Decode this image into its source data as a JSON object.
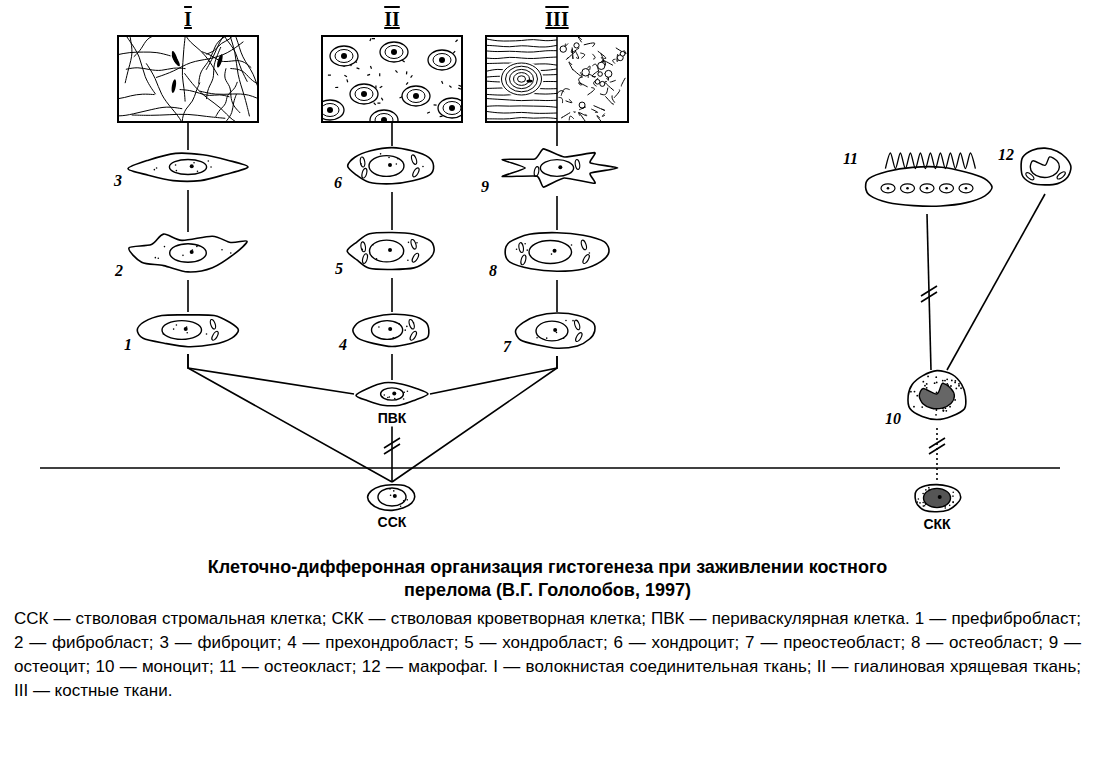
{
  "diagram": {
    "title": "Клеточно-дифферонная организация гистогенеза при заживлении костного перелома (В.Г. Гололобов, 1997)",
    "caption": "ССК — стволовая стромальная клетка; СКК — стволовая кроветворная клетка; ПВК — периваскулярная клетка. 1 — префибробласт; 2 — фибробласт; 3 — фиброцит; 4 — прехондробласт; 5 — хондробласт; 6 — хондроцит; 7 — преостеобласт; 8 — остеобласт; 9 — остеоцит; 10 — моноцит; 11 — остеокласт; 12 — макрофаг. I — волокнистая соединительная ткань; II — гиалиновая хрящевая ткань; III — костные ткани.",
    "nodes": [
      {
        "text": [
          "I"
        ]
      },
      {
        "text": [
          "II"
        ]
      },
      {
        "text": [
          "III"
        ]
      },
      {
        "text": [
          "3"
        ]
      },
      {
        "text": [
          "6"
        ]
      },
      {
        "text": [
          "9"
        ]
      },
      {
        "text": [
          "11"
        ]
      },
      {
        "text": [
          "12"
        ]
      },
      {
        "text": [
          "2"
        ]
      },
      {
        "text": [
          "5"
        ]
      },
      {
        "text": [
          "8"
        ]
      },
      {
        "text": [
          "1"
        ]
      },
      {
        "text": [
          "4"
        ]
      },
      {
        "text": [
          "7"
        ]
      },
      {
        "text": [
          "ПВК"
        ]
      },
      {
        "text": [
          "10"
        ]
      },
      {
        "text": [
          "ССК"
        ]
      },
      {
        "text": [
          "СКК"
        ]
      }
    ],
    "edges": [
      {
        "from": 0,
        "to": 3,
        "arrow": "none"
      },
      {
        "from": 3,
        "to": 8,
        "arrow": "none"
      },
      {
        "from": 8,
        "to": 11,
        "arrow": "none"
      },
      {
        "from": 1,
        "to": 4,
        "arrow": "none"
      },
      {
        "from": 4,
        "to": 9,
        "arrow": "none"
      },
      {
        "from": 9,
        "to": 12,
        "arrow": "none"
      },
      {
        "from": 2,
        "to": 5,
        "arrow": "none"
      },
      {
        "from": 5,
        "to": 10,
        "arrow": "none"
      },
      {
        "from": 10,
        "to": 13,
        "arrow": "none"
      },
      {
        "from": 11,
        "to": 14,
        "arrow": "none"
      },
      {
        "from": 11,
        "to": 16,
        "arrow": "none"
      },
      {
        "from": 12,
        "to": 14,
        "arrow": "none"
      },
      {
        "from": 13,
        "to": 14,
        "arrow": "none"
      },
      {
        "from": 13,
        "to": 16,
        "arrow": "none"
      },
      {
        "from": 14,
        "to": 16,
        "arrow": "none"
      },
      {
        "from": 6,
        "to": 15,
        "arrow": "none"
      },
      {
        "from": 7,
        "to": 15,
        "arrow": "none"
      },
      {
        "from": 15,
        "to": 17,
        "arrow": "none"
      }
    ]
  }
}
